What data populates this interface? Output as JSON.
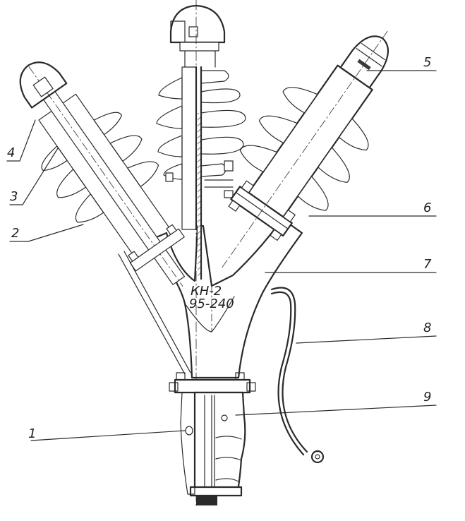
{
  "leaders": [
    {
      "id": "1",
      "text": "1"
    },
    {
      "id": "2",
      "text": "2"
    },
    {
      "id": "3",
      "text": "3"
    },
    {
      "id": "4",
      "text": "4"
    },
    {
      "id": "5",
      "text": "5"
    },
    {
      "id": "6",
      "text": "6"
    },
    {
      "id": "7",
      "text": "7"
    },
    {
      "id": "8",
      "text": "8"
    },
    {
      "id": "9",
      "text": "9"
    }
  ],
  "marking": {
    "line1": "КН-2",
    "line2": "95-240"
  }
}
